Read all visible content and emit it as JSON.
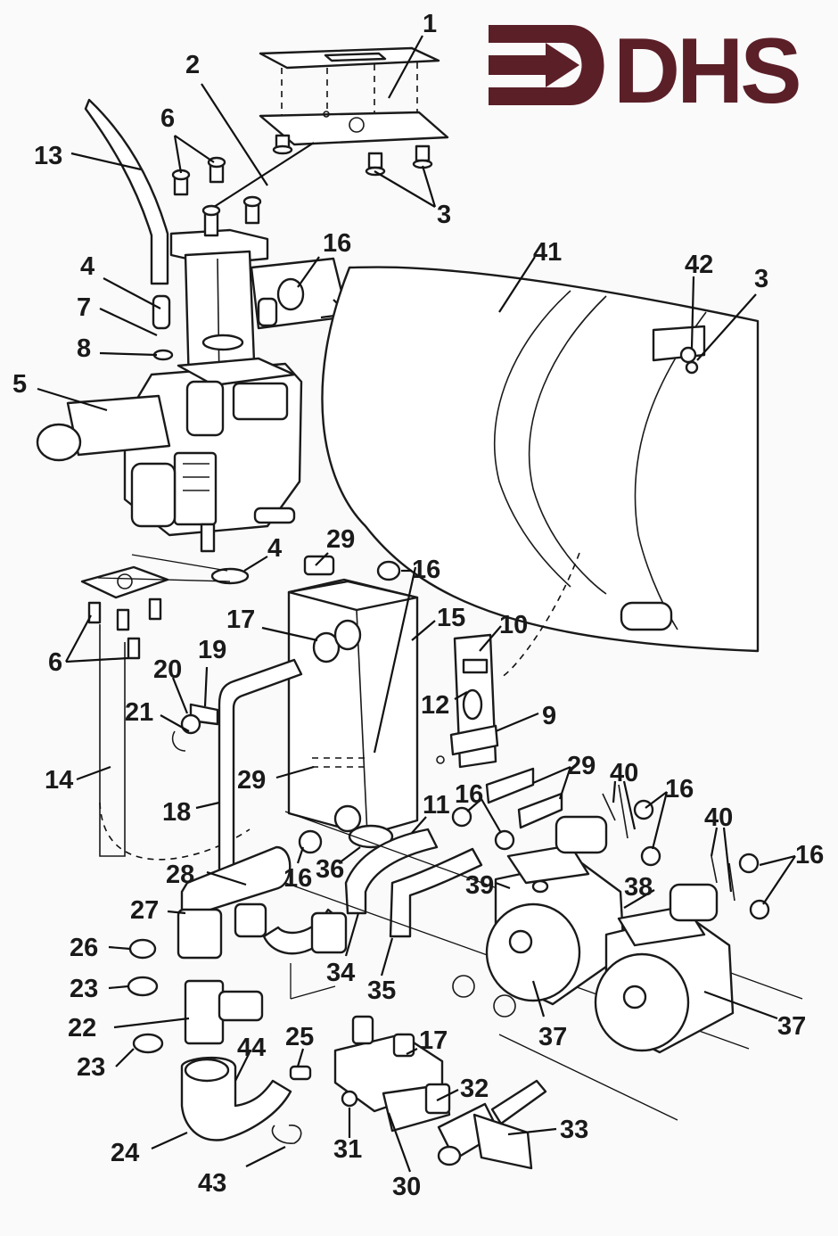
{
  "logo": {
    "text": "DHS",
    "color": "#5b1f28"
  },
  "colors": {
    "ink": "#1a1a1a",
    "paper": "#fafafa",
    "logo": "#5b1f28"
  },
  "callouts": [
    {
      "label": "1",
      "key": "c1"
    },
    {
      "label": "2",
      "key": "c2"
    },
    {
      "label": "3",
      "key": "c3a"
    },
    {
      "label": "6",
      "key": "c6a"
    },
    {
      "label": "13",
      "key": "c13"
    },
    {
      "label": "16",
      "key": "c16a"
    },
    {
      "label": "41",
      "key": "c41"
    },
    {
      "label": "42",
      "key": "c42"
    },
    {
      "label": "3",
      "key": "c3b"
    },
    {
      "label": "4",
      "key": "c4a"
    },
    {
      "label": "7",
      "key": "c7"
    },
    {
      "label": "8",
      "key": "c8"
    },
    {
      "label": "5",
      "key": "c5"
    },
    {
      "label": "29",
      "key": "c29a"
    },
    {
      "label": "4",
      "key": "c4b"
    },
    {
      "label": "16",
      "key": "c16b"
    },
    {
      "label": "17",
      "key": "c17a"
    },
    {
      "label": "15",
      "key": "c15"
    },
    {
      "label": "10",
      "key": "c10"
    },
    {
      "label": "6",
      "key": "c6b"
    },
    {
      "label": "19",
      "key": "c19"
    },
    {
      "label": "20",
      "key": "c20"
    },
    {
      "label": "12",
      "key": "c12"
    },
    {
      "label": "9",
      "key": "c9"
    },
    {
      "label": "21",
      "key": "c21"
    },
    {
      "label": "14",
      "key": "c14"
    },
    {
      "label": "29",
      "key": "c29b"
    },
    {
      "label": "29",
      "key": "c29c"
    },
    {
      "label": "40",
      "key": "c40a"
    },
    {
      "label": "16",
      "key": "c16c"
    },
    {
      "label": "16",
      "key": "c16d"
    },
    {
      "label": "18",
      "key": "c18"
    },
    {
      "label": "11",
      "key": "c11"
    },
    {
      "label": "40",
      "key": "c40b"
    },
    {
      "label": "16",
      "key": "c16e"
    },
    {
      "label": "36",
      "key": "c36"
    },
    {
      "label": "28",
      "key": "c28"
    },
    {
      "label": "16",
      "key": "c16f"
    },
    {
      "label": "39",
      "key": "c39"
    },
    {
      "label": "38",
      "key": "c38"
    },
    {
      "label": "27",
      "key": "c27"
    },
    {
      "label": "26",
      "key": "c26"
    },
    {
      "label": "34",
      "key": "c34"
    },
    {
      "label": "35",
      "key": "c35"
    },
    {
      "label": "23",
      "key": "c23a"
    },
    {
      "label": "22",
      "key": "c22"
    },
    {
      "label": "37",
      "key": "c37a"
    },
    {
      "label": "37",
      "key": "c37b"
    },
    {
      "label": "25",
      "key": "c25"
    },
    {
      "label": "17",
      "key": "c17b"
    },
    {
      "label": "44",
      "key": "c44"
    },
    {
      "label": "23",
      "key": "c23b"
    },
    {
      "label": "32",
      "key": "c32"
    },
    {
      "label": "33",
      "key": "c33"
    },
    {
      "label": "24",
      "key": "c24"
    },
    {
      "label": "31",
      "key": "c31"
    },
    {
      "label": "43",
      "key": "c43"
    },
    {
      "label": "30",
      "key": "c30"
    }
  ]
}
